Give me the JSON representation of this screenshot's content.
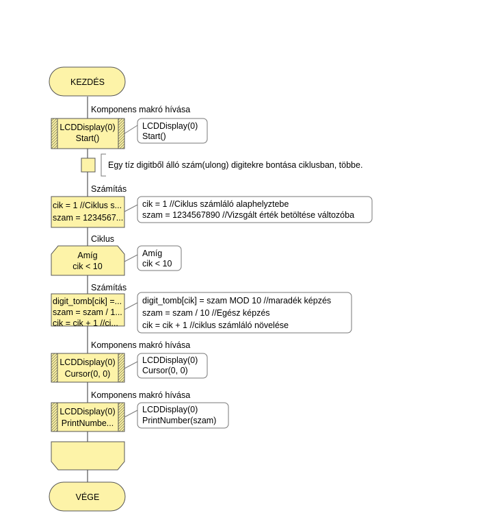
{
  "flowchart": {
    "start": {
      "label": "KEZDÉS"
    },
    "call1": {
      "caption": "Komponens makró hívása",
      "box": [
        "LCDDisplay(0)",
        "Start()"
      ],
      "note": [
        "LCDDisplay(0)",
        "Start()"
      ]
    },
    "comment": {
      "text": "Egy tíz digitből álló szám(ulong) digitekre bontása ciklusban, többe."
    },
    "calc1": {
      "caption": "Számítás",
      "box": [
        "cik = 1 //Ciklus s...",
        "szam = 1234567..."
      ],
      "note": [
        "cik = 1 //Ciklus számláló alaphelyztebe",
        "szam = 1234567890 //Vizsgált érték betöltése változóba"
      ]
    },
    "loop": {
      "caption": "Ciklus",
      "box": [
        "Amíg",
        "cik < 10"
      ],
      "note": [
        "Amíg",
        "cik < 10"
      ]
    },
    "calc2": {
      "caption": "Számítás",
      "box": [
        "digit_tomb[cik] =...",
        "szam = szam / 1...",
        "cik = cik + 1 //ci..."
      ],
      "note": [
        "digit_tomb[cik] = szam MOD 10 //maradék képzés",
        "szam = szam / 10 //Egész képzés",
        "cik = cik + 1 //ciklus számláló növelése"
      ]
    },
    "call2": {
      "caption": "Komponens makró hívása",
      "box": [
        "LCDDisplay(0)",
        "Cursor(0, 0)"
      ],
      "note": [
        "LCDDisplay(0)",
        "Cursor(0, 0)"
      ]
    },
    "call3": {
      "caption": "Komponens makró hívása",
      "box": [
        "LCDDisplay(0)",
        "PrintNumbe..."
      ],
      "note": [
        "LCDDisplay(0)",
        "PrintNumber(szam)"
      ]
    },
    "end": {
      "label": "VÉGE"
    }
  },
  "colors": {
    "block_fill": "#fdf3a8",
    "block_stroke": "#555555",
    "note_fill": "#ffffff",
    "line": "#333333"
  }
}
